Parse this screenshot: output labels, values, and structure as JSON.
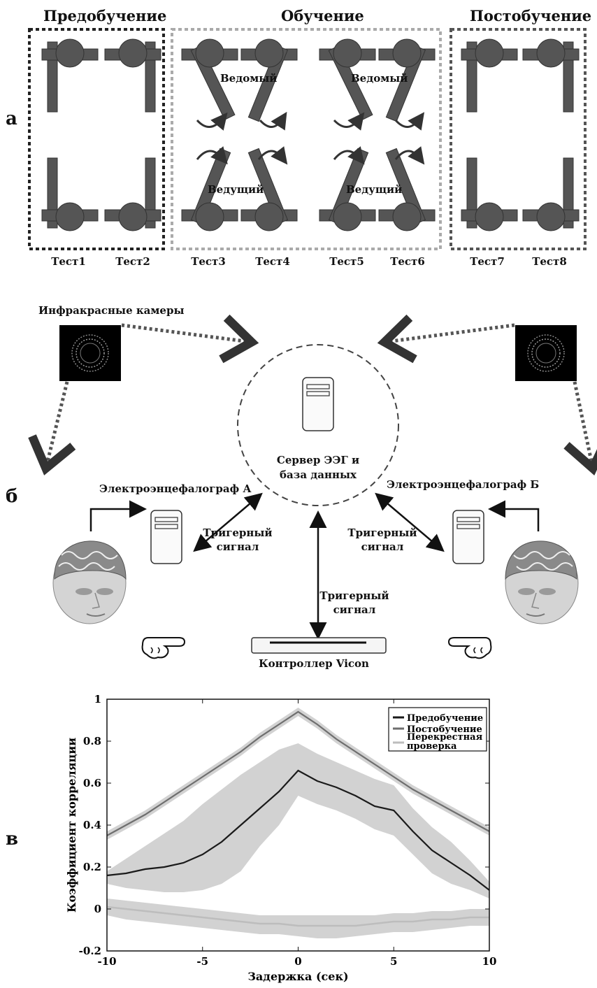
{
  "panels": {
    "a": "а",
    "b": "б",
    "c": "в"
  },
  "part_a": {
    "groups": [
      "Предобучение",
      "Обучение",
      "Постобучение"
    ],
    "tests": [
      "Тест1",
      "Тест2",
      "Тест3",
      "Тест4",
      "Тест5",
      "Тест6",
      "Тест7",
      "Тест8"
    ],
    "follower": "Ведомый",
    "leader": "Ведущий"
  },
  "part_b": {
    "cameras": "Инфракрасные камеры",
    "server": [
      "Сервер ЭЭГ и",
      "база данных"
    ],
    "eeg_a": "Электроэнцефалограф А",
    "eeg_b": "Электроэнцефалограф Б",
    "trigger": [
      "Тригерный",
      "сигнал"
    ],
    "vicon": "Контроллер Vicon"
  },
  "chart_data": {
    "type": "line",
    "xlabel": "Задержка (сек)",
    "ylabel": "Коэффициент корреляции",
    "xlim": [
      -10,
      10
    ],
    "ylim": [
      -0.2,
      1
    ],
    "xticks": [
      -10,
      -5,
      0,
      5,
      10
    ],
    "yticks": [
      -0.2,
      0,
      0.2,
      0.4,
      0.6,
      0.8,
      1
    ],
    "legend_position": "top-right",
    "x": [
      -10,
      -9,
      -8,
      -7,
      -6,
      -5,
      -4,
      -3,
      -2,
      -1,
      0,
      1,
      2,
      3,
      4,
      5,
      6,
      7,
      8,
      9,
      10
    ],
    "series": [
      {
        "name": "Предобучение",
        "color": "#1a1a1a",
        "values": [
          0.16,
          0.17,
          0.19,
          0.2,
          0.22,
          0.26,
          0.32,
          0.4,
          0.48,
          0.56,
          0.66,
          0.61,
          0.58,
          0.54,
          0.49,
          0.47,
          0.37,
          0.28,
          0.22,
          0.16,
          0.09
        ],
        "band_upper": [
          0.18,
          0.24,
          0.3,
          0.36,
          0.42,
          0.5,
          0.57,
          0.64,
          0.7,
          0.76,
          0.79,
          0.74,
          0.7,
          0.66,
          0.62,
          0.59,
          0.48,
          0.39,
          0.32,
          0.23,
          0.13
        ],
        "band_lower": [
          0.12,
          0.1,
          0.09,
          0.08,
          0.08,
          0.09,
          0.12,
          0.18,
          0.3,
          0.4,
          0.54,
          0.5,
          0.47,
          0.43,
          0.38,
          0.35,
          0.26,
          0.17,
          0.12,
          0.09,
          0.05
        ]
      },
      {
        "name": "Постобучение",
        "color": "#6e6e6e",
        "values": [
          0.35,
          0.4,
          0.45,
          0.51,
          0.57,
          0.63,
          0.69,
          0.75,
          0.82,
          0.88,
          0.94,
          0.88,
          0.81,
          0.75,
          0.69,
          0.63,
          0.57,
          0.52,
          0.47,
          0.42,
          0.37
        ],
        "band_upper": [
          0.37,
          0.42,
          0.47,
          0.53,
          0.59,
          0.65,
          0.71,
          0.77,
          0.84,
          0.9,
          0.96,
          0.9,
          0.83,
          0.77,
          0.71,
          0.65,
          0.59,
          0.54,
          0.49,
          0.44,
          0.39
        ],
        "band_lower": [
          0.33,
          0.38,
          0.43,
          0.49,
          0.55,
          0.61,
          0.67,
          0.73,
          0.8,
          0.86,
          0.92,
          0.86,
          0.79,
          0.73,
          0.67,
          0.61,
          0.55,
          0.5,
          0.45,
          0.4,
          0.35
        ]
      },
      {
        "name": "Перекрестная проверка",
        "color": "#bdbdbd",
        "values": [
          0.01,
          0.0,
          -0.01,
          -0.02,
          -0.03,
          -0.04,
          -0.05,
          -0.06,
          -0.07,
          -0.07,
          -0.08,
          -0.08,
          -0.08,
          -0.08,
          -0.07,
          -0.06,
          -0.06,
          -0.05,
          -0.05,
          -0.04,
          -0.04
        ],
        "band_upper": [
          0.05,
          0.04,
          0.03,
          0.02,
          0.01,
          0.0,
          -0.01,
          -0.02,
          -0.03,
          -0.03,
          -0.03,
          -0.03,
          -0.03,
          -0.03,
          -0.03,
          -0.02,
          -0.02,
          -0.01,
          -0.01,
          0.0,
          0.0
        ],
        "band_lower": [
          -0.03,
          -0.05,
          -0.06,
          -0.07,
          -0.08,
          -0.09,
          -0.1,
          -0.11,
          -0.12,
          -0.12,
          -0.13,
          -0.14,
          -0.14,
          -0.13,
          -0.12,
          -0.11,
          -0.11,
          -0.1,
          -0.09,
          -0.08,
          -0.08
        ]
      }
    ]
  }
}
